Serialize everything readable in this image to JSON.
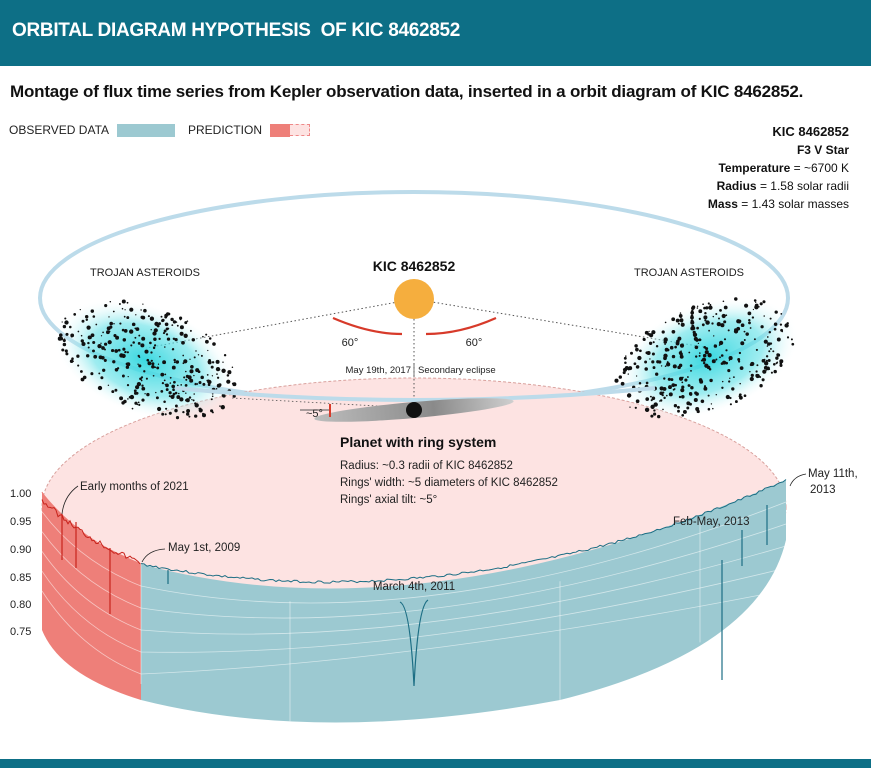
{
  "header": {
    "title": "ORBITAL DIAGRAM HYPOTHESIS  OF KIC 8462852"
  },
  "subtitle": "Montage of flux time series from Kepler observation data, inserted in a orbit diagram of KIC 8462852.",
  "legend": {
    "observed": "OBSERVED DATA",
    "prediction": "PREDICTION"
  },
  "star_info": {
    "name": "KIC 8462852",
    "type": "F3 V Star",
    "temperature_label": "Temperature",
    "temperature_value": " = ~6700 K",
    "radius_label": "Radius",
    "radius_value": " = 1.58 solar radii",
    "mass_label": "Mass",
    "mass_value": " = 1.43 solar masses"
  },
  "diagram": {
    "star_label": "KIC 8462852",
    "trojan_left": "TROJAN ASTEROIDS",
    "trojan_right": "TROJAN ASTEROIDS",
    "angle_left": "60°",
    "angle_right": "60°",
    "eclipse_date": "May 19th, 2017",
    "eclipse_label": "Secondary eclipse",
    "tilt_label": "~5°",
    "planet_title": "Planet with ring system",
    "planet_lines": [
      "Radius: ~0.3 radii of KIC 8462852",
      "Rings' width: ~5 diameters of KIC 8462852",
      "Rings' axial tilt: ~5°"
    ],
    "annotations": {
      "early_2021": "Early months of 2021",
      "may_2009": "May 1st, 2009",
      "march_2011": "March 4th, 2011",
      "feb_may_2013": "Feb-May, 2013",
      "may_2013_line1": "May 11th,",
      "may_2013_line2": "2013"
    },
    "yaxis_ticks": [
      "1.00",
      "0.95",
      "0.90",
      "0.85",
      "0.80",
      "0.75"
    ],
    "colors": {
      "header": "#0d6f86",
      "observed": "#9cc9d1",
      "prediction": "#ee7f79",
      "prediction_light": "#fde3e2",
      "star": "#f5ae3e",
      "asteroids": "#2fd6df",
      "orbit": "#bcdbea",
      "trace": "#1c6e84"
    }
  }
}
